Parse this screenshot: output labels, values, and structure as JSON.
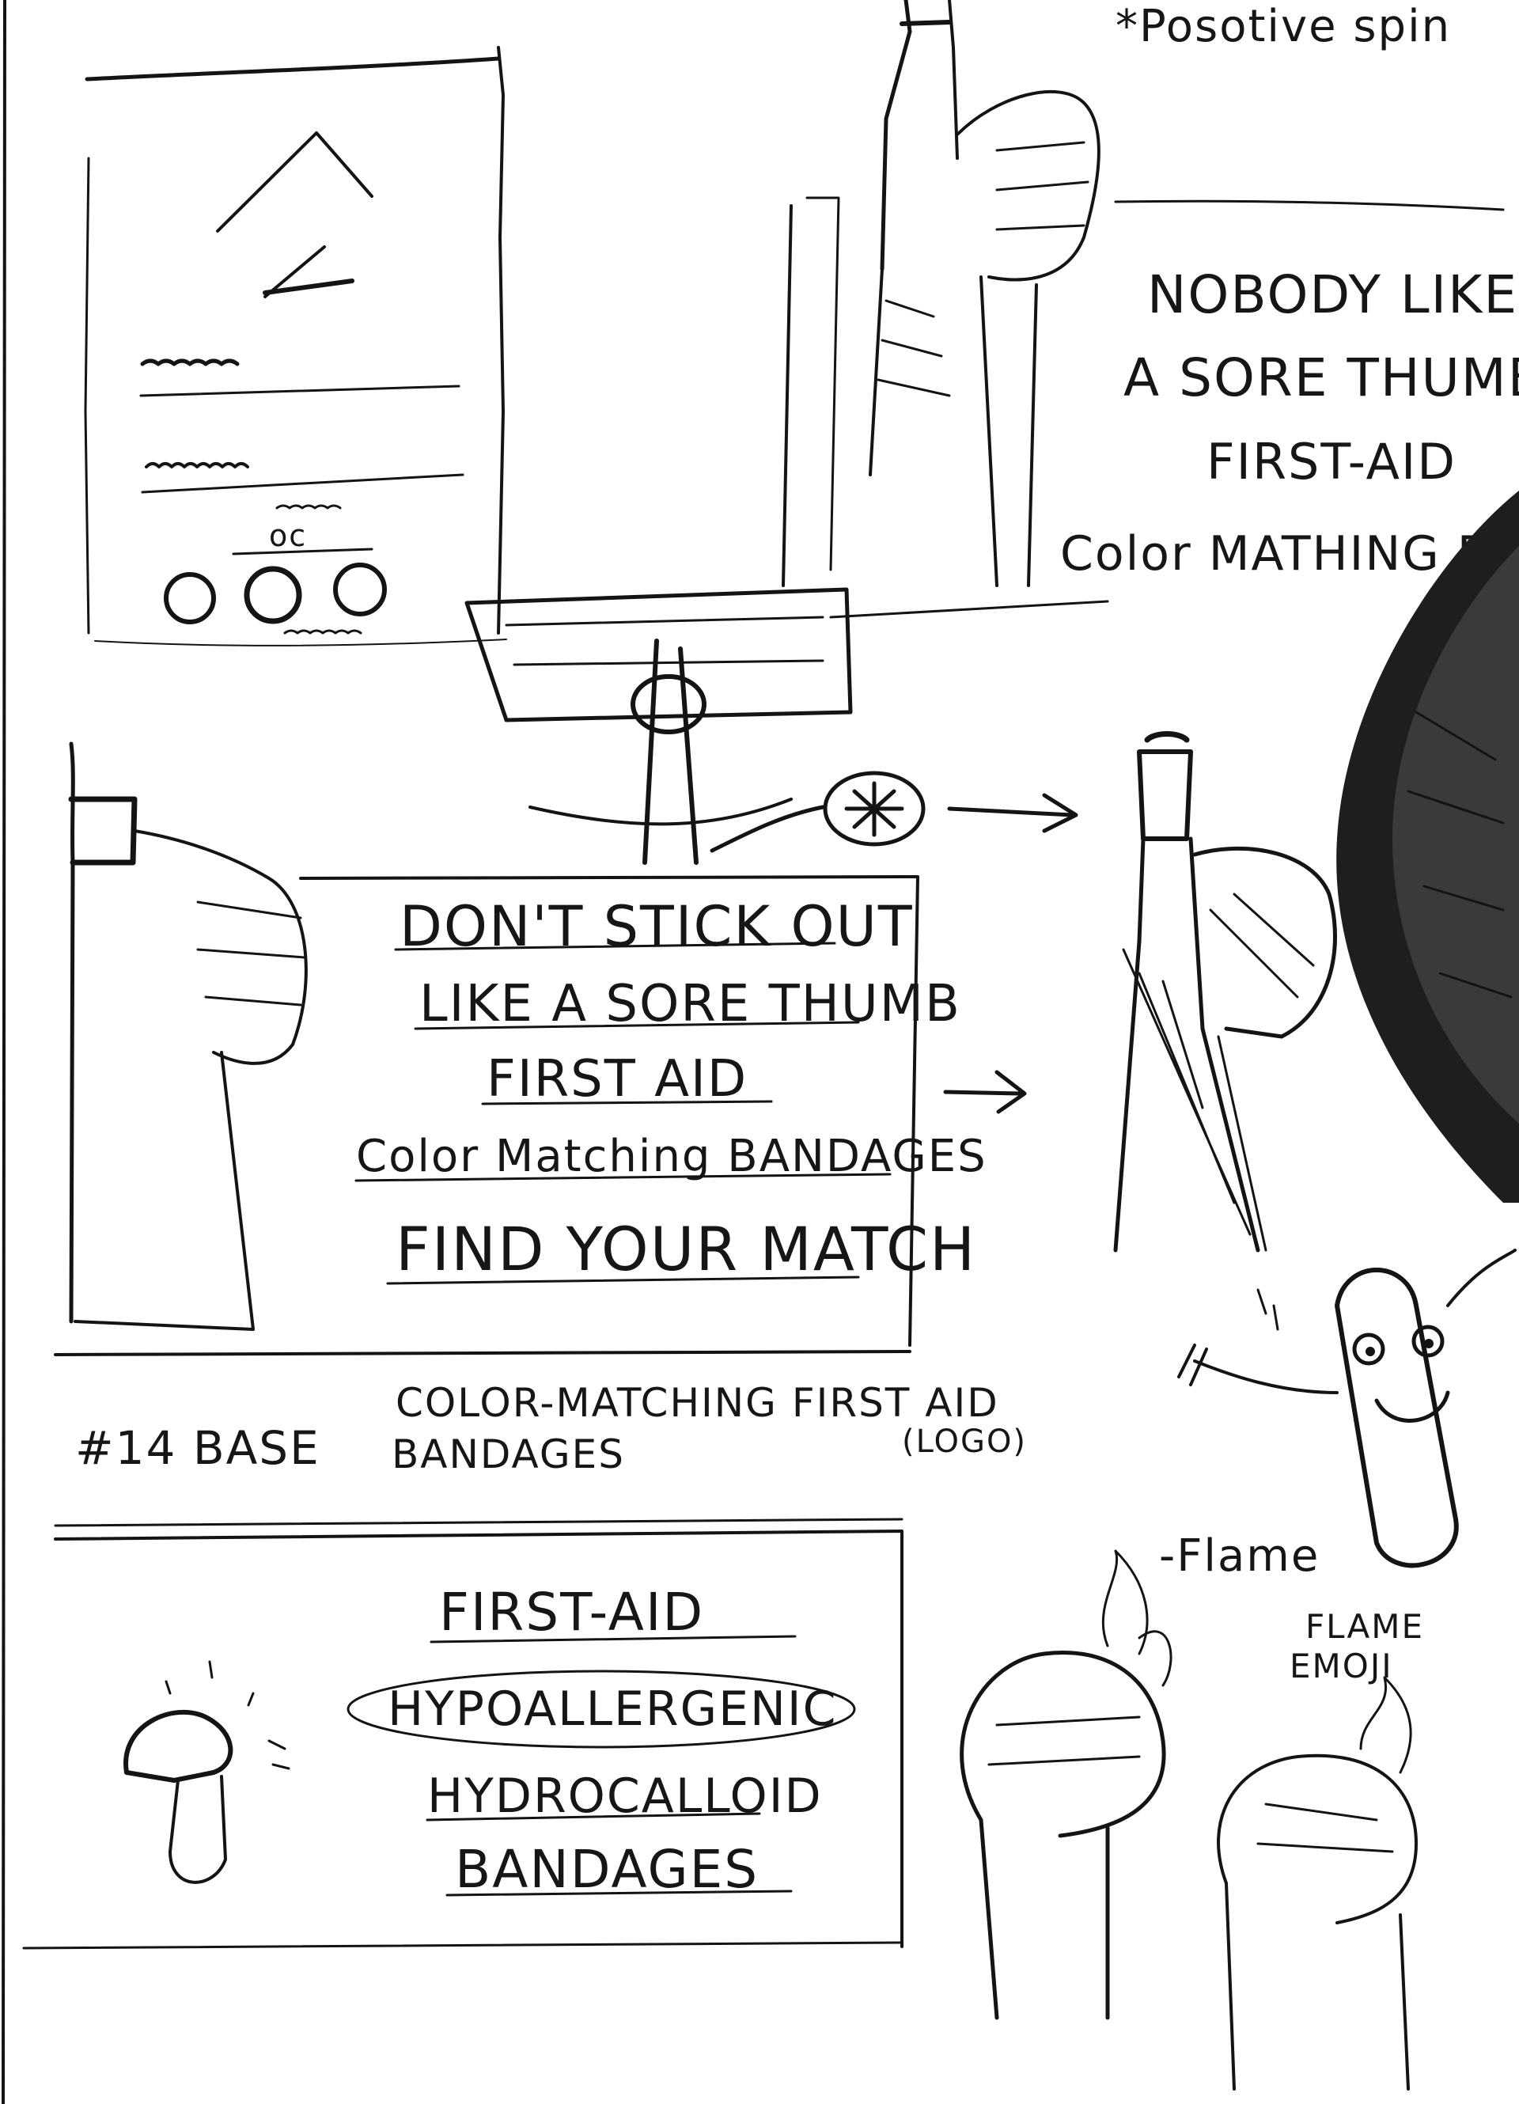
{
  "notes": {
    "positive_spin": "*Posotive spin",
    "pitch_nobody_1": "NOBODY LIKES",
    "pitch_nobody_2": "A SORE THUMB",
    "pitch_nobody_3": "FIRST-AID",
    "pitch_nobody_4": "Color MATHING B"
  },
  "panel_center": {
    "line1": "DON'T STICK OUT",
    "line2": "LIKE A SORE THUMB",
    "line3": "FIRST AID",
    "line4": "Color Matching BANDAGES",
    "line5": "FIND YOUR MATCH"
  },
  "panel_base": {
    "label": "#14 BASE",
    "line1": "COLOR-MATCHING FIRST AID",
    "line2": "BANDAGES",
    "logo_note": "(LOGO)"
  },
  "panel_bottom": {
    "line1": "FIRST-AID",
    "line2": "HYPOALLERGENIC",
    "line3": "HYDROCALLOID",
    "line4": "BANDAGES"
  },
  "mascot_notes": {
    "flame": "-Flame",
    "flame_emoji_1": "FLAME",
    "flame_emoji_2": "EMOJI"
  },
  "wireframe": {
    "caption": "oc"
  }
}
